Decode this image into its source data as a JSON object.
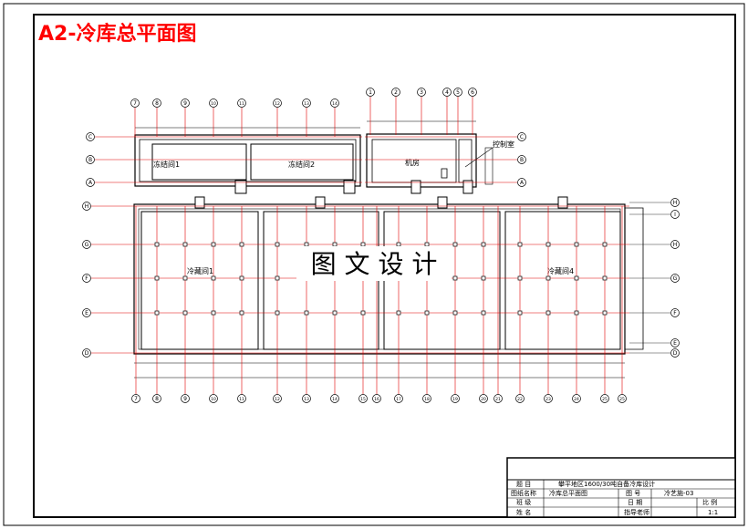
{
  "drawing_title": "A2-冷库总平面图",
  "watermark": "图 文 设 计",
  "rooms": {
    "freeze_1": "冻结间1",
    "freeze_2": "冻结间2",
    "machine_room": "机房",
    "control_room": "控制室",
    "cold_store_1": "冷藏间1",
    "cold_store_4": "冷藏间4"
  },
  "title_block": {
    "project_label": "题  目",
    "project_value": "攀平地区1600/30吨自备冷库设计",
    "drawing_name_label": "图纸名称",
    "drawing_name_value": "冷库总平面图",
    "drawing_no_label": "图  号",
    "drawing_no_value": "冷艺施-03",
    "class_label": "班  级",
    "date_label": "日  期",
    "scale_label": "比  例",
    "name_label": "姓  名",
    "scale_value": "1:1",
    "teacher_label": "指导老师"
  },
  "axis_labels": {
    "top_left": [
      "7",
      "8",
      "9",
      "10",
      "11",
      "12",
      "13",
      "14"
    ],
    "top_right": [
      "1",
      "2",
      "3",
      "4",
      "5",
      "6"
    ],
    "freeze_left": [
      "C",
      "B",
      "A"
    ],
    "freeze_right": [
      "C",
      "B",
      "A"
    ],
    "store_left": [
      "H",
      "G",
      "F",
      "E",
      "D"
    ],
    "store_right": [
      "H",
      "I",
      "H",
      "G",
      "F",
      "E",
      "D"
    ],
    "bottom": [
      "7",
      "8",
      "9",
      "10",
      "11",
      "12",
      "13",
      "14",
      "15",
      "16",
      "17",
      "18",
      "19",
      "20",
      "21",
      "22",
      "23",
      "24",
      "25"
    ]
  },
  "colors": {
    "ink": "#000000",
    "axis_red": "#e00000",
    "title_red": "#ff0000"
  }
}
